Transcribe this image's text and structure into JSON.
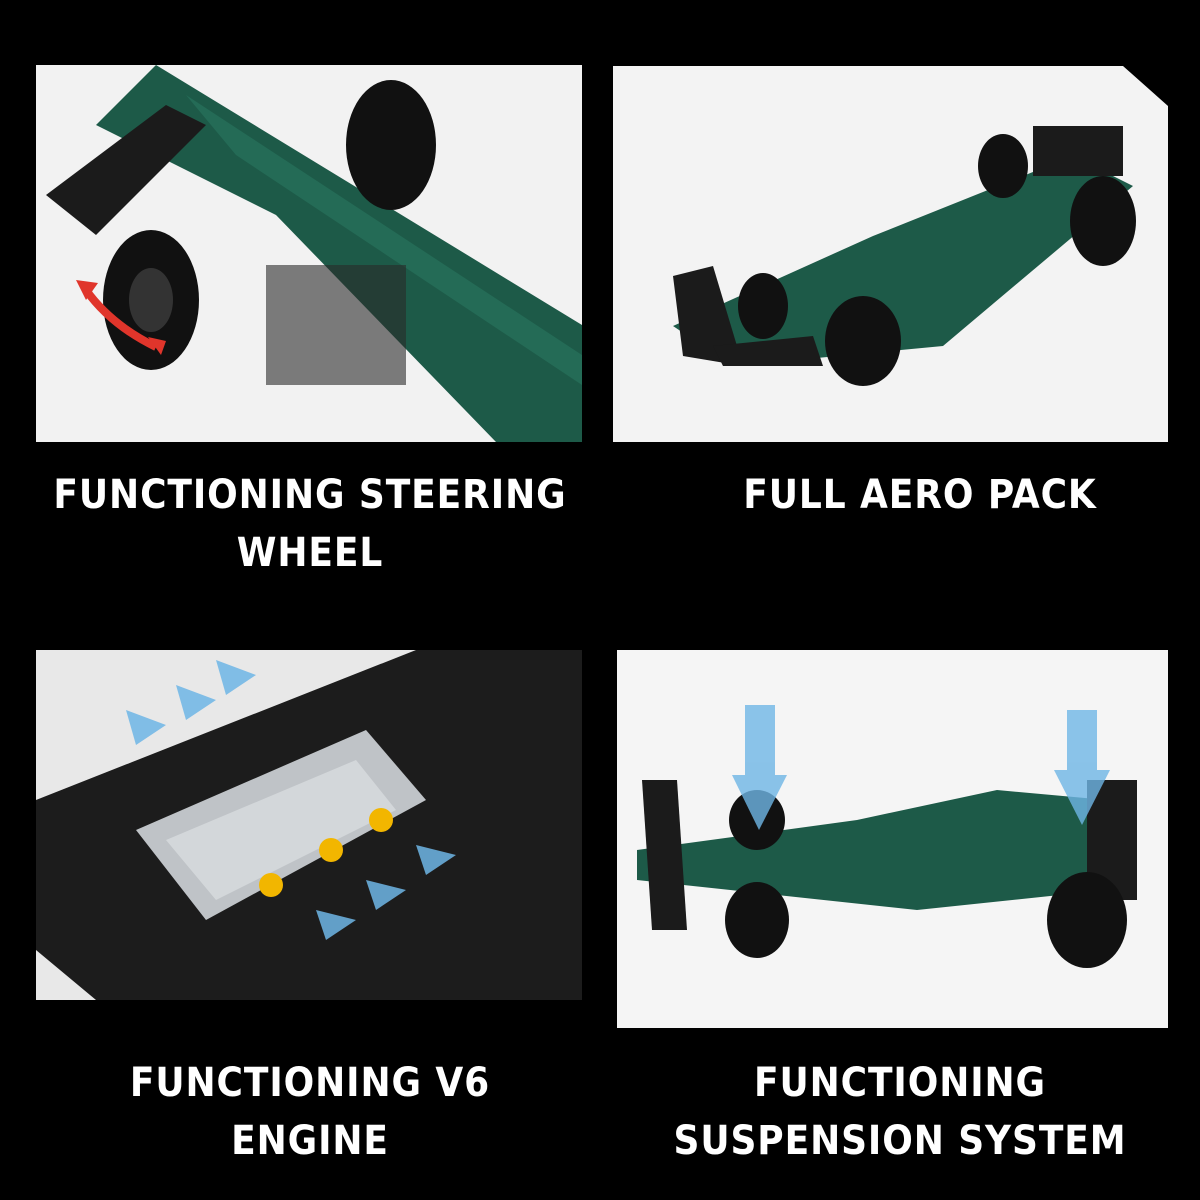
{
  "panels": [
    {
      "caption_line1": "FUNCTIONING STEERING",
      "caption_line2": "WHEEL"
    },
    {
      "caption_line1": "FULL AERO PACK",
      "caption_line2": ""
    },
    {
      "caption_line1": "FUNCTIONING V6 ENGINE",
      "caption_line2": ""
    },
    {
      "caption_line1": "FUNCTIONING",
      "caption_line2": "SUSPENSION SYSTEM"
    }
  ],
  "colors": {
    "background": "#000000",
    "car_green": "#1d5a48",
    "arrow_red": "#e0352b",
    "arrow_blue": "#6fb6e6"
  }
}
